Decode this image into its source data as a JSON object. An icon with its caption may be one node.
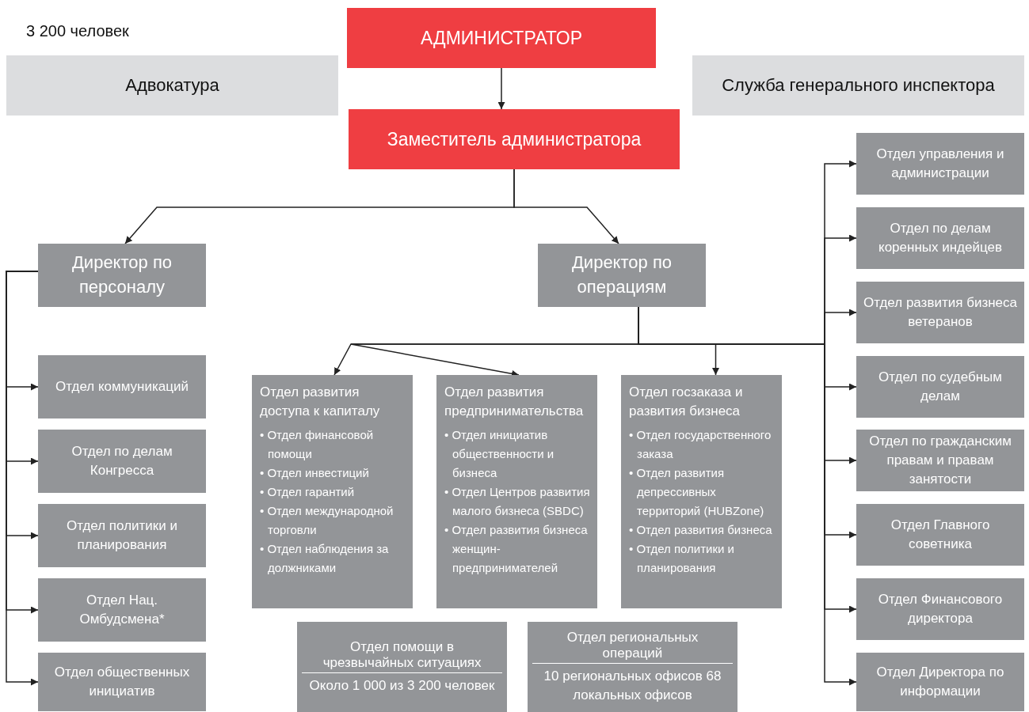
{
  "diagram": {
    "nodes": [
      {
        "text": [
          "АДМИНИСТРАТОР"
        ]
      },
      {
        "text": [
          "Адвокатура"
        ]
      },
      {
        "text": [
          "Служба генерального инспектора"
        ]
      },
      {
        "text": [
          "Заместитель администратора"
        ]
      },
      {
        "text": [
          "Директор по персоналу"
        ]
      },
      {
        "text": [
          "Директор по операциям"
        ]
      },
      {
        "text": [
          "Отдел коммуникаций"
        ]
      },
      {
        "text": [
          "Отдел по делам Конгресса"
        ]
      },
      {
        "text": [
          "Отдел политики и планирования"
        ]
      },
      {
        "text": [
          "Отдел Нац. Омбудсмена*"
        ]
      },
      {
        "text": [
          "Отдел общественных инициатив"
        ]
      },
      {
        "text": [
          "Отдел развития доступа к капиталу",
          "• Отдел финансовой помощи",
          "• Отдел инвестиций",
          "• Отдел гарантий",
          "• Отдел международной торговли",
          "• Отдел наблюдения за должниками"
        ]
      },
      {
        "text": [
          "Отдел развития предпринимательства",
          "• Отдел инициатив общественности и бизнеса",
          "• Отдел Центров развития малого бизнеса (SBDC)",
          "• Отдел развития бизнеса женщин-предпринимателей"
        ]
      },
      {
        "text": [
          "Отдел госзаказа и развития бизнеса",
          "• Отдел государственного заказа",
          "• Отдел развития депрессивных территорий (HUBZone)",
          "• Отдел развития бизнеса",
          "• Отдел политики и планирования"
        ]
      },
      {
        "text": [
          "Отдел помощи в чрезвычайных ситуациях",
          "Около 1 000 из 3 200 человек"
        ]
      },
      {
        "text": [
          "Отдел региональных операций",
          "10 региональных офисов 68 локальных офисов"
        ]
      },
      {
        "text": [
          "Отдел управления и администрации"
        ]
      },
      {
        "text": [
          "Отдел по делам коренных индейцев"
        ]
      },
      {
        "text": [
          "Отдел развития бизнеса ветеранов"
        ]
      },
      {
        "text": [
          "Отдел по судебным делам"
        ]
      },
      {
        "text": [
          "Отдел по гражданским правам и правам занятости"
        ]
      },
      {
        "text": [
          "Отдел Главного советника"
        ]
      },
      {
        "text": [
          "Отдел Финансового директора"
        ]
      },
      {
        "text": [
          "Отдел Директора по информации"
        ]
      }
    ],
    "edges": [
      {
        "from": 0,
        "to": 3,
        "arrow": "to"
      },
      {
        "from": 3,
        "to": 4,
        "arrow": "to"
      },
      {
        "from": 3,
        "to": 5,
        "arrow": "to"
      },
      {
        "from": 4,
        "to": 6,
        "arrow": "to"
      },
      {
        "from": 4,
        "to": 7,
        "arrow": "to"
      },
      {
        "from": 4,
        "to": 8,
        "arrow": "to"
      },
      {
        "from": 4,
        "to": 9,
        "arrow": "to"
      },
      {
        "from": 4,
        "to": 10,
        "arrow": "to"
      },
      {
        "from": 5,
        "to": 11,
        "arrow": "to"
      },
      {
        "from": 5,
        "to": 12,
        "arrow": "to"
      },
      {
        "from": 5,
        "to": 13,
        "arrow": "to"
      },
      {
        "from": 5,
        "to": 16,
        "arrow": "to"
      },
      {
        "from": 5,
        "to": 17,
        "arrow": "to"
      },
      {
        "from": 5,
        "to": 18,
        "arrow": "to"
      },
      {
        "from": 5,
        "to": 19,
        "arrow": "to"
      },
      {
        "from": 5,
        "to": 20,
        "arrow": "to"
      },
      {
        "from": 5,
        "to": 21,
        "arrow": "to"
      },
      {
        "from": 5,
        "to": 22,
        "arrow": "to"
      },
      {
        "from": 5,
        "to": 23,
        "arrow": "to"
      }
    ],
    "labels": [
      "3 200 человек"
    ]
  }
}
